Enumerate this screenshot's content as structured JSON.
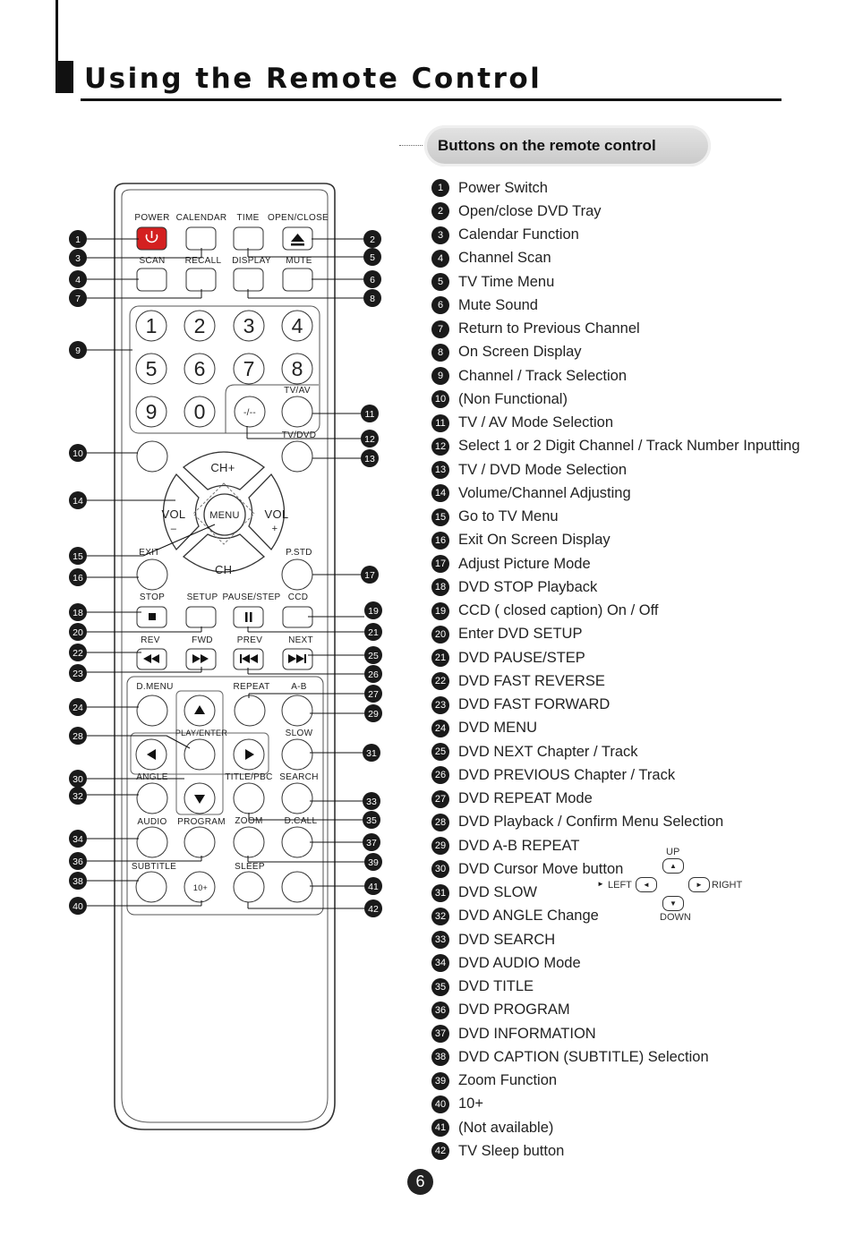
{
  "header": {
    "title": "Using the Remote Control",
    "section_label": "Buttons on the remote control"
  },
  "legend": [
    {
      "n": "1",
      "text": "Power Switch"
    },
    {
      "n": "2",
      "text": "Open/close DVD Tray"
    },
    {
      "n": "3",
      "text": "Calendar Function"
    },
    {
      "n": "4",
      "text": "Channel Scan"
    },
    {
      "n": "5",
      "text": "TV Time Menu"
    },
    {
      "n": "6",
      "text": "Mute Sound"
    },
    {
      "n": "7",
      "text": "Return to Previous Channel"
    },
    {
      "n": "8",
      "text": "On Screen Display"
    },
    {
      "n": "9",
      "text": "Channel / Track Selection"
    },
    {
      "n": "10",
      "text": "(Non Functional)"
    },
    {
      "n": "11",
      "text": "TV / AV Mode Selection"
    },
    {
      "n": "12",
      "text": "Select 1 or 2 Digit Channel / Track Number Inputting"
    },
    {
      "n": "13",
      "text": "TV / DVD Mode Selection"
    },
    {
      "n": "14",
      "text": "Volume/Channel Adjusting"
    },
    {
      "n": "15",
      "text": "Go to TV Menu"
    },
    {
      "n": "16",
      "text": "Exit On Screen Display"
    },
    {
      "n": "17",
      "text": "Adjust Picture Mode"
    },
    {
      "n": "18",
      "text": "DVD STOP Playback"
    },
    {
      "n": "19",
      "text": "CCD ( closed caption) On / Off"
    },
    {
      "n": "20",
      "text": "Enter DVD SETUP"
    },
    {
      "n": "21",
      "text": "DVD PAUSE/STEP"
    },
    {
      "n": "22",
      "text": "DVD FAST REVERSE"
    },
    {
      "n": "23",
      "text": "DVD FAST FORWARD"
    },
    {
      "n": "24",
      "text": "DVD MENU"
    },
    {
      "n": "25",
      "text": "DVD NEXT Chapter / Track"
    },
    {
      "n": "26",
      "text": "DVD PREVIOUS Chapter / Track"
    },
    {
      "n": "27",
      "text": "DVD REPEAT Mode"
    },
    {
      "n": "28",
      "text": "DVD Playback / Confirm Menu Selection"
    },
    {
      "n": "29",
      "text": "DVD A-B REPEAT"
    },
    {
      "n": "30",
      "text": "DVD Cursor Move button"
    },
    {
      "n": "31",
      "text": "DVD SLOW"
    },
    {
      "n": "32",
      "text": "DVD ANGLE Change"
    },
    {
      "n": "33",
      "text": "DVD SEARCH"
    },
    {
      "n": "34",
      "text": "DVD AUDIO Mode"
    },
    {
      "n": "35",
      "text": "DVD TITLE"
    },
    {
      "n": "36",
      "text": "DVD PROGRAM"
    },
    {
      "n": "37",
      "text": "DVD INFORMATION"
    },
    {
      "n": "38",
      "text": "DVD CAPTION (SUBTITLE) Selection"
    },
    {
      "n": "39",
      "text": "Zoom Function"
    },
    {
      "n": "40",
      "text": "10+"
    },
    {
      "n": "41",
      "text": "(Not available)"
    },
    {
      "n": "42",
      "text": "TV Sleep button"
    }
  ],
  "cursor_diagram": {
    "up": "UP",
    "left": "LEFT",
    "right": "RIGHT",
    "down": "DOWN",
    "up_glyph": "▲",
    "left_glyph": "◄",
    "right_glyph": "►",
    "down_glyph": "▼",
    "pointer_glyph": "►"
  },
  "remote": {
    "labels": {
      "power": "POWER",
      "calendar": "CALENDAR",
      "time": "TIME",
      "open_close": "OPEN/CLOSE",
      "scan": "SCAN",
      "recall": "RECALL",
      "display": "DISPLAY",
      "mute": "MUTE",
      "tv_av": "TV/AV",
      "tv_dvd": "TV/DVD",
      "ch_up": "CH+",
      "ch_down": "CH-",
      "vol": "VOL",
      "vol_minus": "–",
      "vol_plus": "+",
      "menu": "MENU",
      "exit": "EXIT",
      "p_std": "P.STD",
      "stop": "STOP",
      "setup": "SETUP",
      "pause_step": "PAUSE/STEP",
      "ccd": "CCD",
      "rev": "REV",
      "fwd": "FWD",
      "prev": "PREV",
      "next": "NEXT",
      "d_menu": "D.MENU",
      "repeat": "REPEAT",
      "a_b": "A-B",
      "play_enter": "PLAY/ENTER",
      "slow": "SLOW",
      "angle": "ANGLE",
      "title_pbc": "TITLE/PBC",
      "search": "SEARCH",
      "audio": "AUDIO",
      "program": "PROGRAM",
      "zoom": "ZOOM",
      "d_call": "D.CALL",
      "subtitle": "SUBTITLE",
      "sleep": "SLEEP",
      "ten_plus": "10+",
      "digit_sel": "-/--"
    },
    "digits": [
      "1",
      "2",
      "3",
      "4",
      "5",
      "6",
      "7",
      "8",
      "9",
      "0"
    ],
    "accent_power": "#d42020"
  },
  "page_number": "6"
}
